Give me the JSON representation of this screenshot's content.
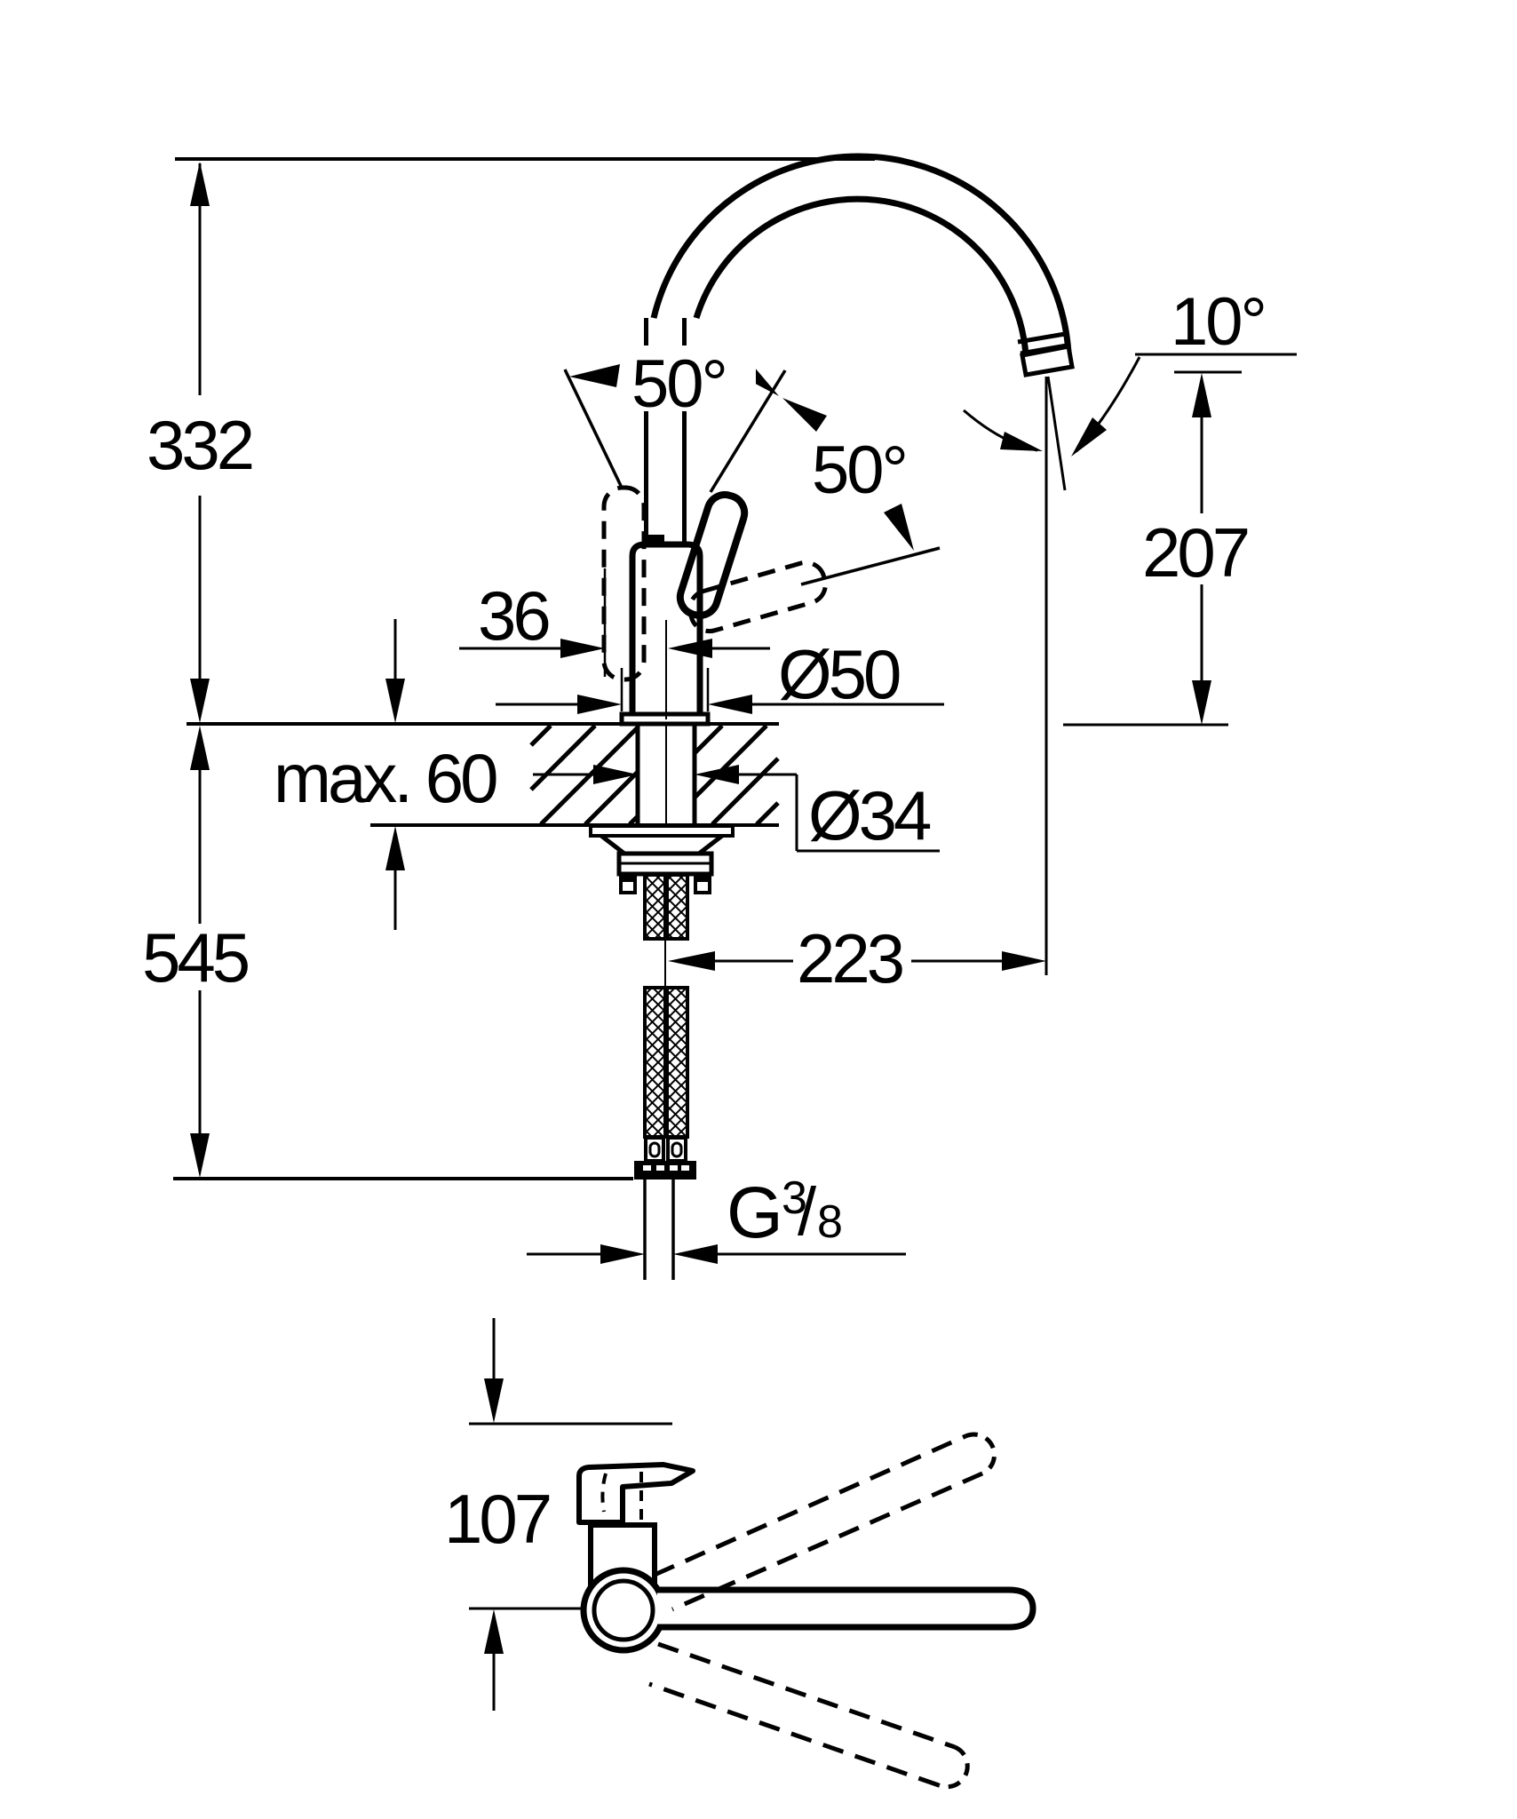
{
  "drawing": {
    "labels": {
      "height_upper": "332",
      "height_total": "545",
      "angle_handle_left": "50°",
      "angle_handle_right": "50°",
      "angle_outlet": "10°",
      "outlet_height": "207",
      "handle_offset": "36",
      "escutcheon_diameter": "Ø50",
      "max_counter_thickness": "max. 60",
      "hole_diameter": "Ø34",
      "spout_reach": "223",
      "thread_prefix": "G",
      "thread_numerator": "3",
      "thread_slash": "/",
      "thread_denominator": "8",
      "plan_height": "107"
    },
    "colors": {
      "ink": "#000000",
      "paper": "#ffffff"
    }
  }
}
